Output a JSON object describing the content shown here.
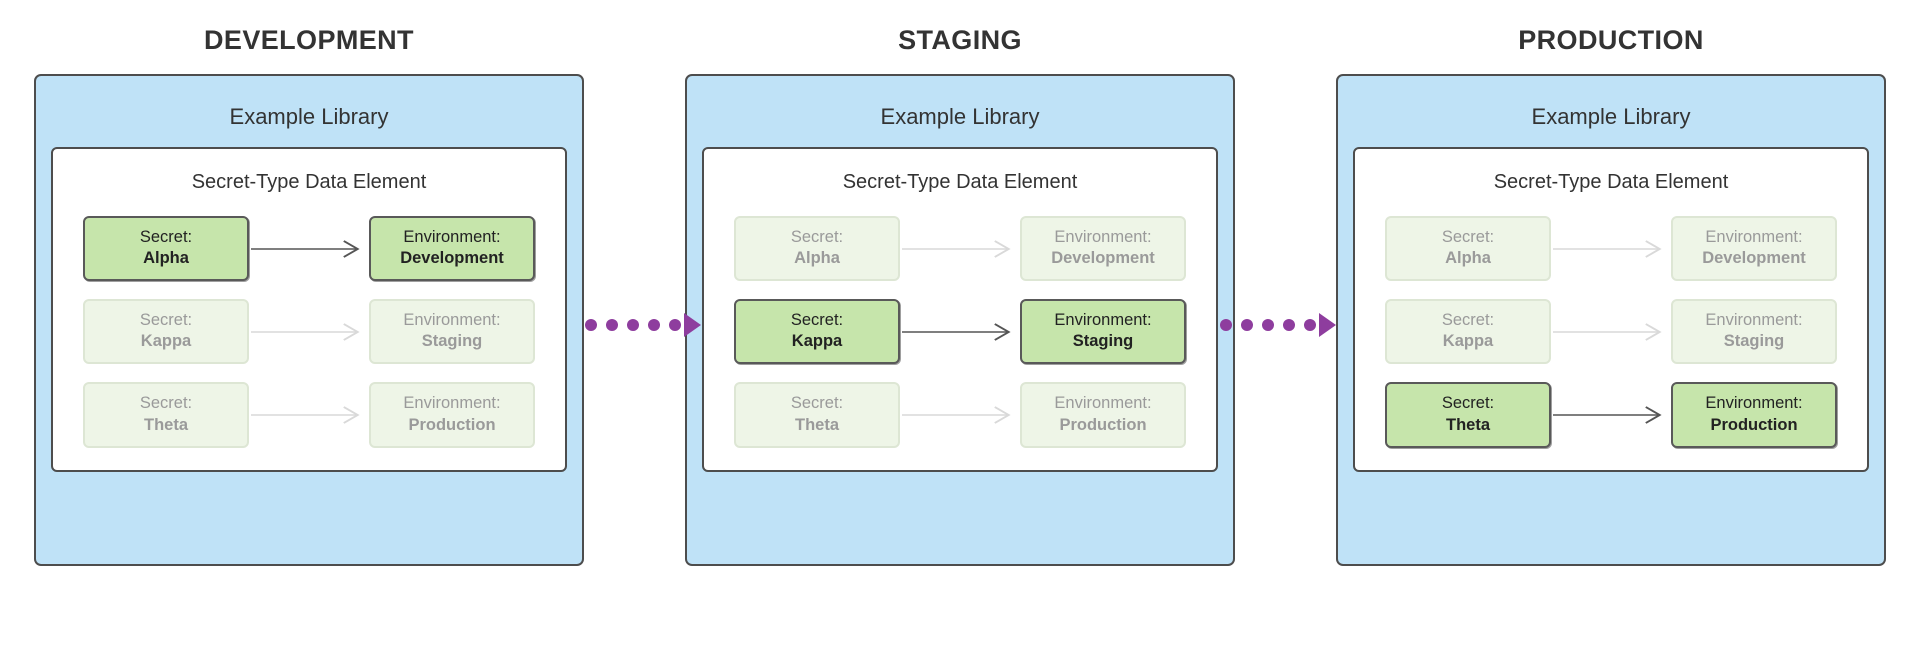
{
  "theme": {
    "library_fill": "#bfe2f7",
    "library_border": "#4d4d4d",
    "element_fill": "#ffffff",
    "element_border": "#4d4d4d",
    "node_active_fill": "#c6e5ab",
    "node_active_border": "#595959",
    "node_dim_fill": "#eef5e7",
    "node_dim_border": "#dde6d4",
    "node_dim_text": "#9a9a9a",
    "inner_arrow_active": "#555555",
    "inner_arrow_dim": "#d9d9d9",
    "stage_arrow": "#8e3d9e",
    "title_text": "#333333"
  },
  "labels": {
    "library_title": "Example Library",
    "element_title": "Secret-Type Data Element",
    "secret_kind": "Secret:",
    "environment_kind": "Environment:"
  },
  "stages": [
    {
      "title": "DEVELOPMENT",
      "library_title": "Example Library",
      "element_title": "Secret-Type Data Element",
      "rows": [
        {
          "state": "active",
          "secret_kind": "Secret:",
          "secret_value": "Alpha",
          "env_kind": "Environment:",
          "env_value": "Development"
        },
        {
          "state": "dim",
          "secret_kind": "Secret:",
          "secret_value": "Kappa",
          "env_kind": "Environment:",
          "env_value": "Staging"
        },
        {
          "state": "dim",
          "secret_kind": "Secret:",
          "secret_value": "Theta",
          "env_kind": "Environment:",
          "env_value": "Production"
        }
      ]
    },
    {
      "title": "STAGING",
      "library_title": "Example Library",
      "element_title": "Secret-Type Data Element",
      "rows": [
        {
          "state": "dim",
          "secret_kind": "Secret:",
          "secret_value": "Alpha",
          "env_kind": "Environment:",
          "env_value": "Development"
        },
        {
          "state": "active",
          "secret_kind": "Secret:",
          "secret_value": "Kappa",
          "env_kind": "Environment:",
          "env_value": "Staging"
        },
        {
          "state": "dim",
          "secret_kind": "Secret:",
          "secret_value": "Theta",
          "env_kind": "Environment:",
          "env_value": "Production"
        }
      ]
    },
    {
      "title": "PRODUCTION",
      "library_title": "Example Library",
      "element_title": "Secret-Type Data Element",
      "rows": [
        {
          "state": "dim",
          "secret_kind": "Secret:",
          "secret_value": "Alpha",
          "env_kind": "Environment:",
          "env_value": "Development"
        },
        {
          "state": "dim",
          "secret_kind": "Secret:",
          "secret_value": "Kappa",
          "env_kind": "Environment:",
          "env_value": "Staging"
        },
        {
          "state": "active",
          "secret_kind": "Secret:",
          "secret_value": "Theta",
          "env_kind": "Environment:",
          "env_value": "Production"
        }
      ]
    }
  ],
  "stage_connectors": [
    {
      "from": "DEVELOPMENT",
      "to": "STAGING",
      "style": "dotted-arrow",
      "dots": 5
    },
    {
      "from": "STAGING",
      "to": "PRODUCTION",
      "style": "dotted-arrow",
      "dots": 5
    }
  ]
}
